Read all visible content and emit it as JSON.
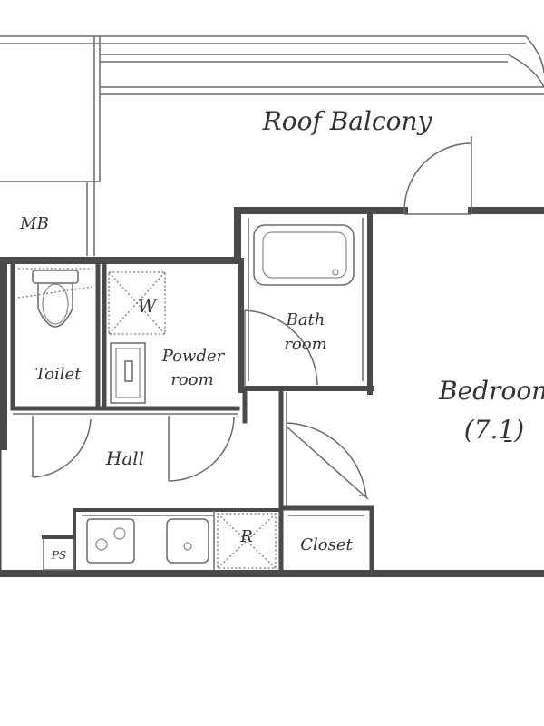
{
  "plan": {
    "rooms": {
      "roof_balcony": "Roof Balcony",
      "mb": "MB",
      "toilet": "Toilet",
      "washer": "W",
      "powder_room_line1": "Powder",
      "powder_room_line2": "room",
      "bath_room_line1": "Bath",
      "bath_room_line2": "room",
      "bedroom_line1": "Bedroom",
      "bedroom_line2": "(7.1̱)",
      "hall": "Hall",
      "refrigerator": "R",
      "closet": "Closet",
      "ps": "PS"
    },
    "colors": {
      "wall": "#4a4a4a",
      "line": "#6a6a6a",
      "text": "#333333"
    }
  }
}
